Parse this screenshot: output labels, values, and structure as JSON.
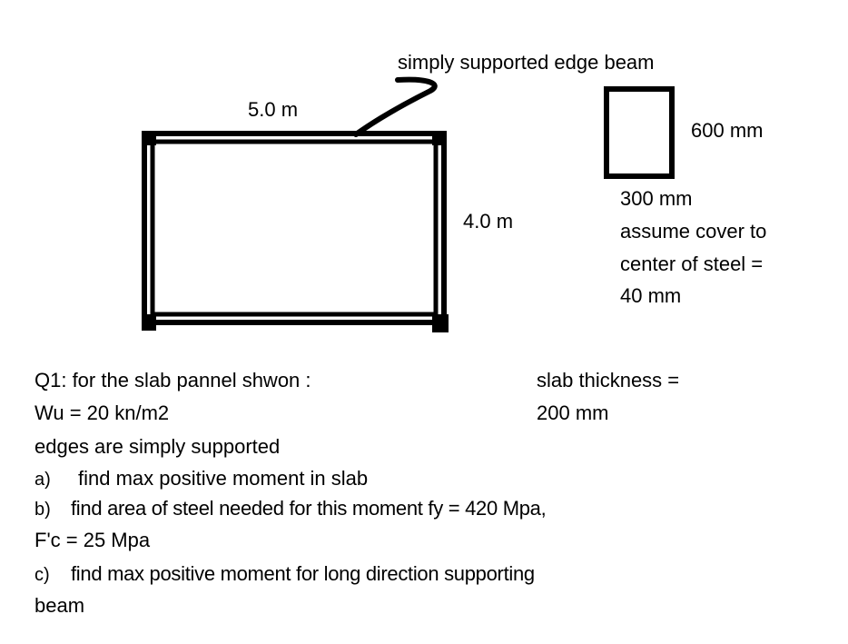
{
  "diagram": {
    "beam_callout": "simply supported edge beam",
    "slab_long_dim": "5.0 m",
    "slab_short_dim": "4.0 m",
    "beam_section": {
      "height_label": "600 mm",
      "width_label": "300 mm",
      "cover_note_line1": "assume cover to",
      "cover_note_line2": "center of steel =",
      "cover_note_line3": "40 mm"
    }
  },
  "question": {
    "title": "Q1: for the slab pannel shwon :",
    "load": "Wu = 20 kn/m2",
    "support": "edges are simply supported",
    "items": [
      {
        "marker": "a)",
        "text": "find max positive moment in slab"
      },
      {
        "marker": "b)",
        "text": "find area of steel needed for this moment fy = 420 Mpa,"
      },
      {
        "marker": "",
        "text": "F'c = 25 Mpa"
      },
      {
        "marker": "c)",
        "text": "find max positive moment for long direction supporting"
      },
      {
        "marker": "",
        "text": "beam"
      }
    ],
    "slab_thickness_line1": "slab thickness =",
    "slab_thickness_line2": "200 mm"
  }
}
